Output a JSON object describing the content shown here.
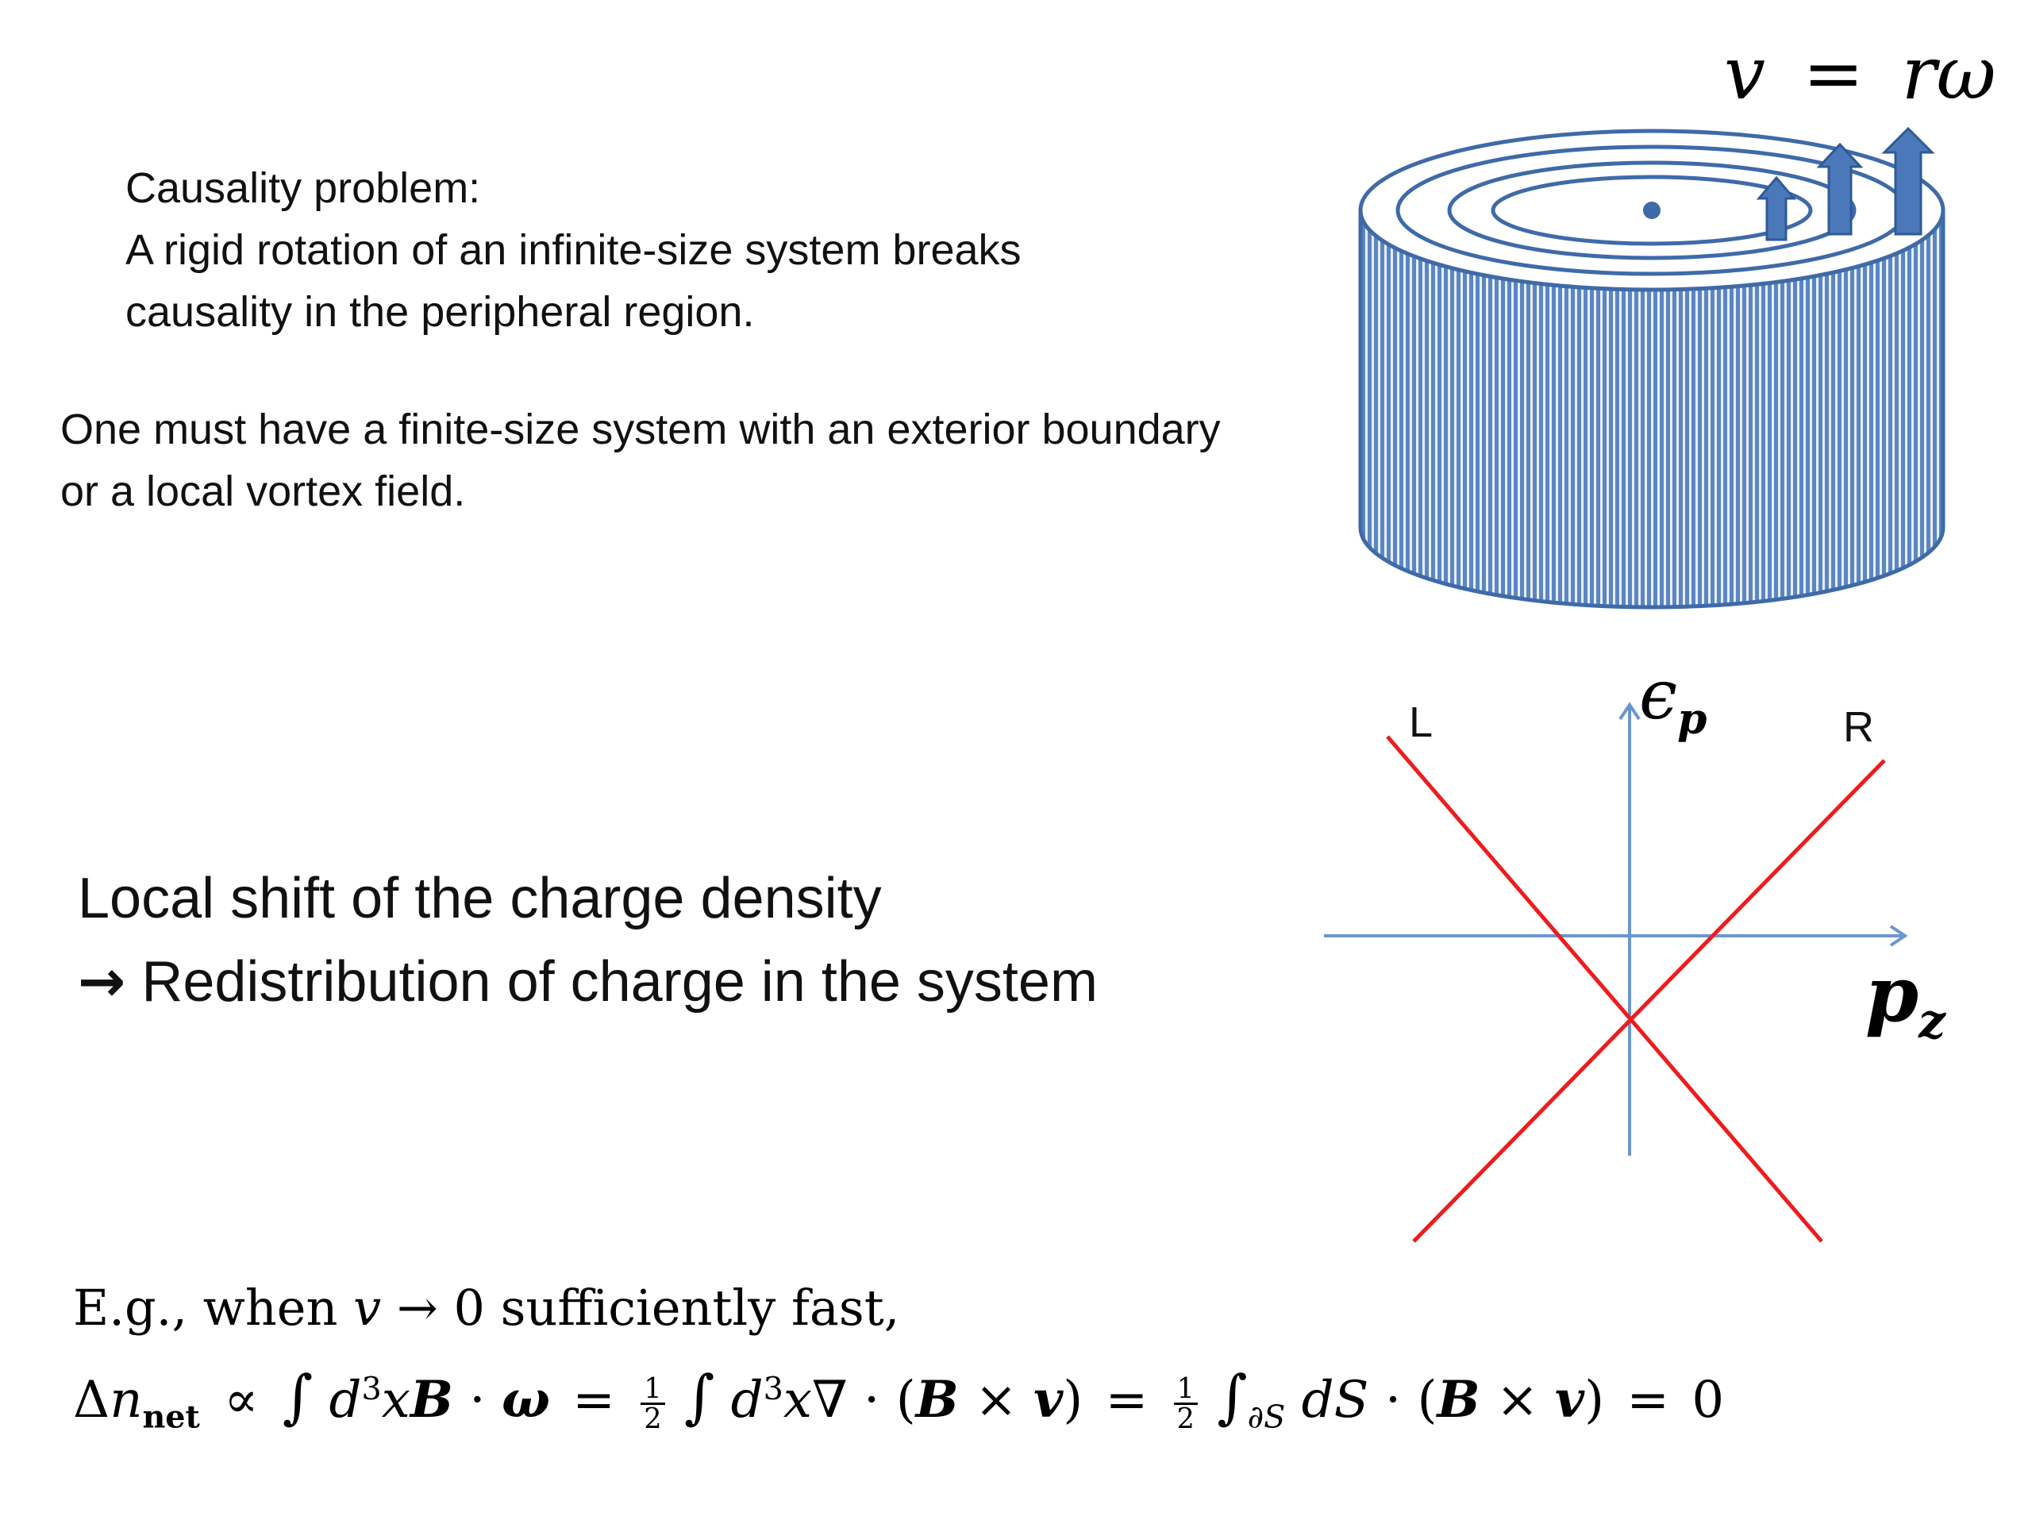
{
  "causality": {
    "heading": "Causality problem:",
    "line1": "A rigid rotation of an infinite-size system breaks",
    "line2": "causality in the peripheral region."
  },
  "finite": {
    "line1": "One must have a finite-size system with an exterior boundary",
    "line2": "or a local vortex field."
  },
  "charge": {
    "line1": "Local shift of the charge density",
    "arrow": "→",
    "line2": "Redistribution of charge in the system"
  },
  "velocity_formula": {
    "v": "v",
    "eq": "=",
    "r": "r",
    "omega": "ω"
  },
  "dispersion": {
    "left_label": "L",
    "right_label": "R",
    "y_axis_sym": "ϵ",
    "y_axis_sub": "p",
    "x_axis_sym": "p",
    "x_axis_sub": "z"
  },
  "example": {
    "eg": "E.g., when",
    "v": "v",
    "to_zero": "→ 0 sufficiently fast,",
    "delta": "Δ",
    "n": "n",
    "net": "net",
    "propto": "∝",
    "integral": "∫",
    "d": "d",
    "three": "3",
    "x": "x",
    "B": "B",
    "dot": "·",
    "omega": "ω",
    "equals": "=",
    "half_num": "1",
    "half_den": "2",
    "nabla": "∇",
    "lparen": "(",
    "times": "×",
    "rparen": ")",
    "boundary": "∂S",
    "dS": "dS",
    "zero": "0"
  },
  "colors": {
    "cylinder_fill": "#5b86c2",
    "cylinder_stripe": "#e8eef8",
    "cylinder_outline": "#3e6aa8",
    "arrow_fill": "#4a78b8",
    "axis": "#6b95cf",
    "lines": "#ee1c1c"
  }
}
